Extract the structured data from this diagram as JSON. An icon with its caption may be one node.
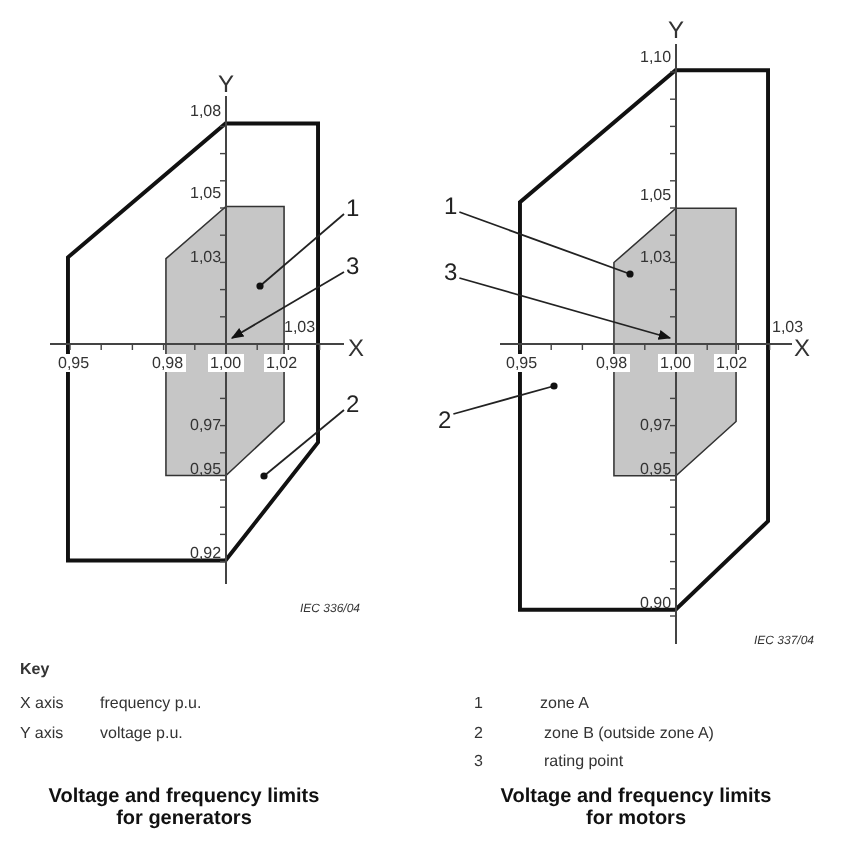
{
  "diagram": {
    "nodes": [
      {
        "text": [],
        "shape": "polygon"
      },
      {
        "text": [],
        "shape": "polygon",
        "in": 0
      },
      {
        "text": [
          "1"
        ]
      },
      {
        "text": [
          "3"
        ]
      },
      {
        "text": [
          "2"
        ]
      },
      {
        "text": [],
        "shape": "polygon"
      },
      {
        "text": [],
        "shape": "polygon",
        "in": 5
      },
      {
        "text": [
          "1"
        ]
      },
      {
        "text": [
          "3"
        ]
      },
      {
        "text": [
          "2"
        ]
      }
    ],
    "edges": [
      {
        "from": 2,
        "to": 1,
        "arrow": "other"
      },
      {
        "from": 3,
        "to": 1,
        "arrow": "to"
      },
      {
        "from": 4,
        "to": 0,
        "arrow": "other"
      },
      {
        "from": 7,
        "to": 6,
        "arrow": "other"
      },
      {
        "from": 8,
        "to": 6,
        "arrow": "to"
      },
      {
        "from": 9,
        "to": 5,
        "arrow": "other"
      }
    ],
    "labels": [
      "Y",
      "1,08",
      "1,05",
      "1,03",
      "1,03",
      "0,95",
      "0,98",
      "1,00",
      "1,02",
      "X",
      "0,97",
      "0,95",
      "0,92",
      "IEC 336/04",
      "Y",
      "1,10",
      "1,05",
      "1,03",
      "1,03",
      "0,95",
      "0,98",
      "1,00",
      "1,02",
      "X",
      "0,97",
      "0,95",
      "0,90",
      "IEC 337/04",
      "Key",
      "X axis",
      "frequency p.u.",
      "1",
      "zone A",
      "Y axis",
      "voltage p.u.",
      "2",
      "zone B (outside zone A)",
      "3",
      "rating point",
      "Voltage and frequency limits for generators",
      "Voltage and frequency limits for motors"
    ]
  }
}
